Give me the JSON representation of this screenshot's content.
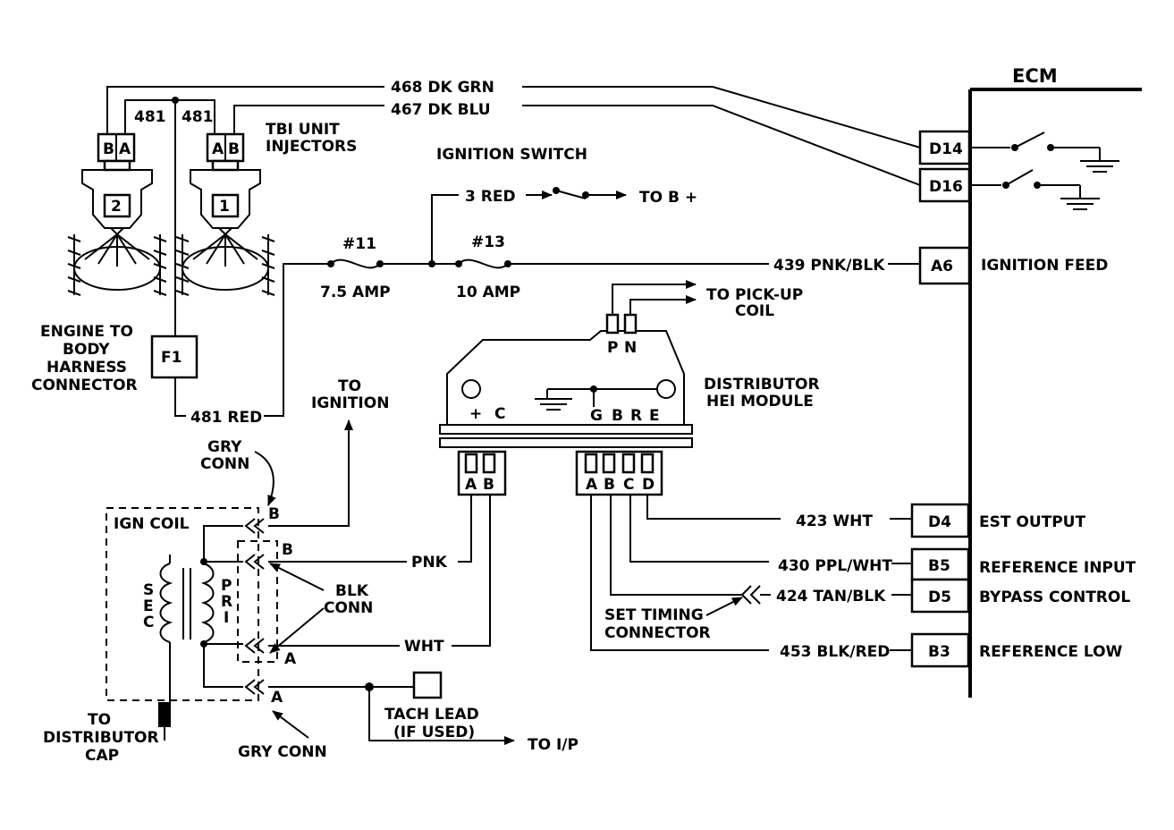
{
  "ecm": {
    "title": "ECM",
    "pins": [
      {
        "pin": "D14",
        "label": ""
      },
      {
        "pin": "D16",
        "label": ""
      },
      {
        "pin": "A6",
        "label": "IGNITION FEED"
      },
      {
        "pin": "D4",
        "label": "EST OUTPUT"
      },
      {
        "pin": "B5",
        "label": "REFERENCE INPUT"
      },
      {
        "pin": "D5",
        "label": "BYPASS CONTROL"
      },
      {
        "pin": "B3",
        "label": "REFERENCE LOW"
      }
    ]
  },
  "wires": {
    "w468": "468 DK GRN",
    "w467": "467 DK BLU",
    "w481a": "481",
    "w481b": "481",
    "w481red": "481 RED",
    "w3red": "3 RED",
    "w439": "439 PNK/BLK",
    "w423": "423  WHT",
    "w430": "430 PPL/WHT",
    "w424": "424 TAN/BLK",
    "w453": "453 BLK/RED",
    "pnk": "PNK",
    "wht": "WHT"
  },
  "injectors": {
    "label_line1": "TBI UNIT",
    "label_line2": "INJECTORS",
    "inj2": {
      "a": "A",
      "b": "B",
      "num": "2"
    },
    "inj1": {
      "a": "A",
      "b": "B",
      "num": "1"
    }
  },
  "ignition_switch": {
    "label": "IGNITION SWITCH",
    "dest": "TO B +"
  },
  "fuses": {
    "f11": {
      "name": "#11",
      "rating": "7.5 AMP"
    },
    "f13": {
      "name": "#13",
      "rating": "10 AMP"
    }
  },
  "harness": {
    "line1": "ENGINE TO",
    "line2": "BODY",
    "line3": "HARNESS",
    "line4": "CONNECTOR",
    "f1": "F1"
  },
  "to_ignition": {
    "line1": "TO",
    "line2": "IGNITION"
  },
  "pickup": {
    "line1": "TO PICK-UP",
    "line2": "COIL",
    "p": "P",
    "n": "N"
  },
  "module": {
    "line1": "DISTRIBUTOR",
    "line2": "HEI MODULE",
    "plus": "+",
    "c": "C",
    "g": "G",
    "b": "B",
    "r": "R",
    "e": "E",
    "conn_left_a": "A",
    "conn_left_b": "B",
    "conn_right_a": "A",
    "conn_right_b": "B",
    "conn_right_c": "C",
    "conn_right_d": "D"
  },
  "coil": {
    "title": "IGN COIL",
    "sec": [
      "S",
      "E",
      "C"
    ],
    "pri": [
      "P",
      "R",
      "I"
    ],
    "gry_conn_top1": "GRY",
    "gry_conn_top2": "CONN",
    "gry_conn_bottom": "GRY CONN",
    "blk_conn1": "BLK",
    "blk_conn2": "CONN",
    "pin_b_top": "B",
    "pin_b_blk": "B",
    "pin_a_blk": "A",
    "pin_a_bottom": "A",
    "to_dist1": "TO",
    "to_dist2": "DISTRIBUTOR",
    "to_dist3": "CAP"
  },
  "tach": {
    "line1": "TACH LEAD",
    "line2": "(IF USED)",
    "dest": "TO I/P"
  },
  "timing": {
    "line1": "SET TIMING",
    "line2": "CONNECTOR"
  }
}
